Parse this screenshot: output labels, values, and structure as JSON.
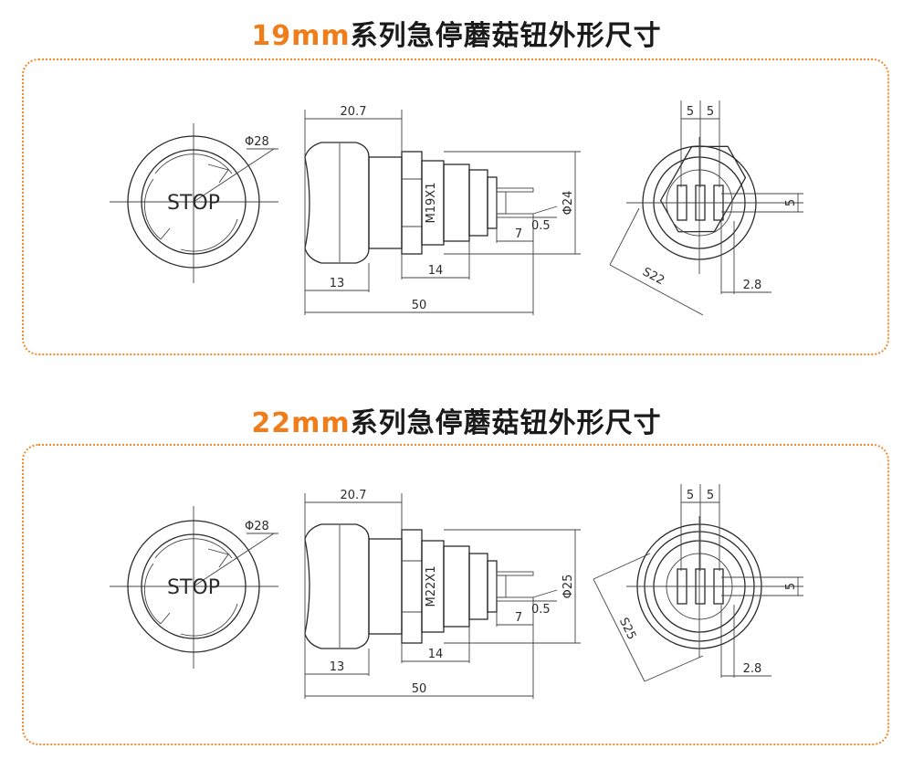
{
  "sections": [
    {
      "title_size": "19mm",
      "title_text": "系列急停蘑菇钮外形尺寸",
      "front": {
        "stop": "STOP",
        "diameter": "Φ28"
      },
      "side": {
        "head": "20.7",
        "thread": "M19X1",
        "body_dia": "Φ24",
        "head_len": "13",
        "body_len": "14",
        "total": "50",
        "pin_len": "7",
        "pin_thk": "0.5"
      },
      "back": {
        "pitch1": "5",
        "pitch2": "5",
        "row": "5",
        "wrench": "S22",
        "offset": "2.8"
      }
    },
    {
      "title_size": "22mm",
      "title_text": "系列急停蘑菇钮外形尺寸",
      "front": {
        "stop": "STOP",
        "diameter": "Φ28"
      },
      "side": {
        "head": "20.7",
        "thread": "M22X1",
        "body_dia": "Φ25",
        "head_len": "13",
        "body_len": "14",
        "total": "50",
        "pin_len": "7",
        "pin_thk": "0.5"
      },
      "back": {
        "pitch1": "5",
        "pitch2": "5",
        "row": "5",
        "wrench": "S25",
        "offset": "2.8"
      }
    }
  ],
  "colors": {
    "accent": "#ee7d1a",
    "frame": "#ee8a2a"
  }
}
